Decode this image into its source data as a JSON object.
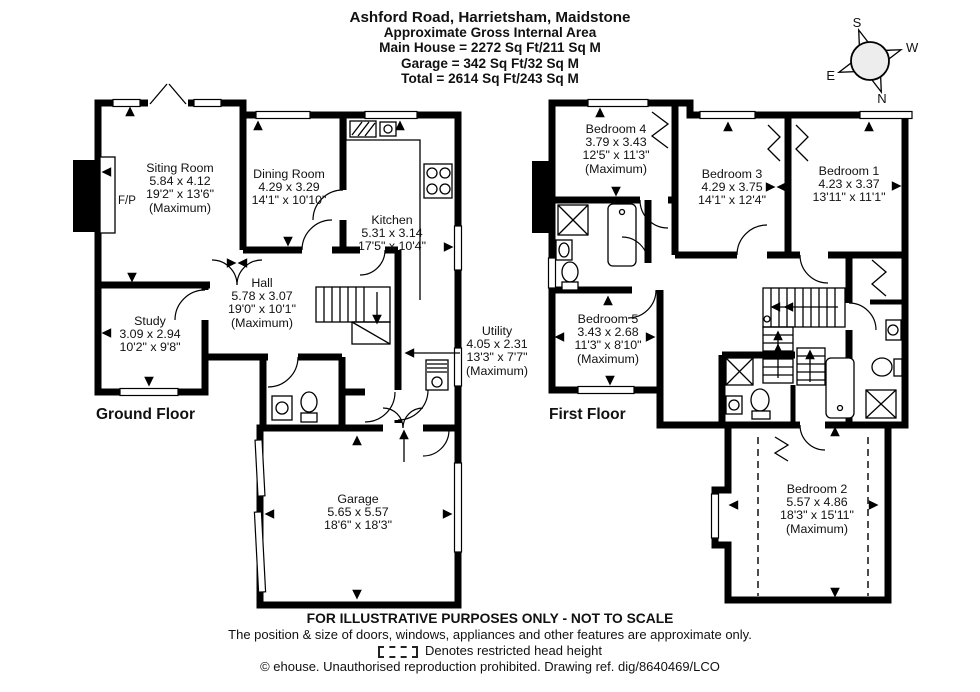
{
  "title": {
    "address": "Ashford Road, Harrietsham, Maidstone",
    "subtitle": "Approximate Gross Internal Area",
    "main_house": "Main House = 2272 Sq Ft/211 Sq M",
    "garage": "Garage = 342 Sq Ft/32 Sq M",
    "total": "Total = 2614 Sq Ft/243 Sq M"
  },
  "compass": {
    "n": "N",
    "s": "S",
    "e": "E",
    "w": "W"
  },
  "floor_labels": {
    "ground": "Ground Floor",
    "first": "First Floor"
  },
  "fireplace_label": "F/P",
  "rooms": {
    "siting": {
      "name": "Siting Room",
      "metric": "5.84 x 4.12",
      "imperial": "19'2\" x 13'6\"",
      "note": "(Maximum)"
    },
    "dining": {
      "name": "Dining Room",
      "metric": "4.29 x 3.29",
      "imperial": "14'1\" x 10'10\""
    },
    "kitchen": {
      "name": "Kitchen",
      "metric": "5.31 x 3.14",
      "imperial": "17'5\" x 10'4\""
    },
    "hall": {
      "name": "Hall",
      "metric": "5.78 x 3.07",
      "imperial": "19'0\" x 10'1\"",
      "note": "(Maximum)"
    },
    "study": {
      "name": "Study",
      "metric": "3.09 x 2.94",
      "imperial": "10'2\" x 9'8\""
    },
    "utility": {
      "name": "Utility",
      "metric": "4.05 x 2.31",
      "imperial": "13'3\" x 7'7\"",
      "note": "(Maximum)"
    },
    "garage": {
      "name": "Garage",
      "metric": "5.65 x 5.57",
      "imperial": "18'6\" x 18'3\""
    },
    "bedroom1": {
      "name": "Bedroom 1",
      "metric": "4.23 x 3.37",
      "imperial": "13'11\" x 11'1\""
    },
    "bedroom2": {
      "name": "Bedroom 2",
      "metric": "5.57 x 4.86",
      "imperial": "18'3\" x 15'11\"",
      "note": "(Maximum)"
    },
    "bedroom3": {
      "name": "Bedroom 3",
      "metric": "4.29 x 3.75",
      "imperial": "14'1\" x 12'4\""
    },
    "bedroom4": {
      "name": "Bedroom 4",
      "metric": "3.79 x 3.43",
      "imperial": "12'5\" x 11'3\"",
      "note": "(Maximum)"
    },
    "bedroom5": {
      "name": "Bedroom 5",
      "metric": "3.43 x 2.68",
      "imperial": "11'3\" x 8'10\"",
      "note": "(Maximum)"
    }
  },
  "footer": {
    "line1": "FOR ILLUSTRATIVE PURPOSES ONLY - NOT TO SCALE",
    "line2": "The position & size of doors, windows, appliances and other features are approximate only.",
    "restricted": "Denotes restricted head height",
    "copyright": "© ehouse. Unauthorised reproduction prohibited. Drawing ref. dig/8640469/LCO"
  }
}
